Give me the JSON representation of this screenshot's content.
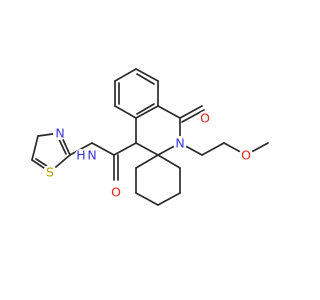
{
  "molecule": {
    "atoms": [
      {
        "id": "O1",
        "label": "O",
        "color": "#e8231b"
      },
      {
        "id": "N2",
        "label": "N",
        "color": "#3838d8"
      },
      {
        "id": "O2",
        "label": "O",
        "color": "#e8231b"
      },
      {
        "id": "NH",
        "label": "N",
        "color": "#3838d8"
      },
      {
        "id": "H",
        "label": "H",
        "color": "#3838d8"
      },
      {
        "id": "O3",
        "label": "O",
        "color": "#e8231b"
      },
      {
        "id": "Nt",
        "label": "N",
        "color": "#3838d8"
      },
      {
        "id": "S",
        "label": "S",
        "color": "#b5a000"
      }
    ]
  }
}
